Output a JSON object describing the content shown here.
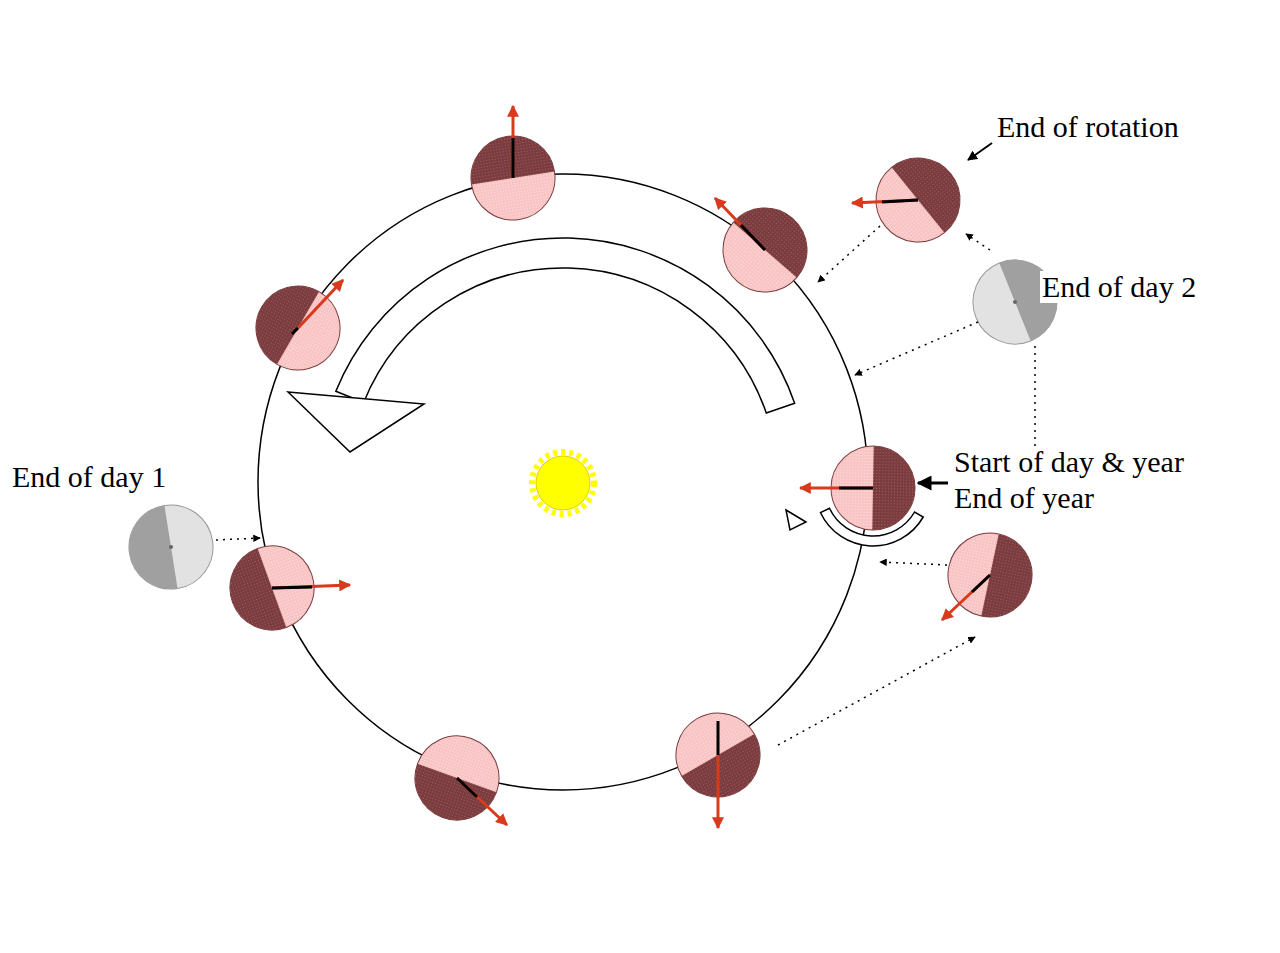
{
  "diagram": {
    "labels": [
      "End of rotation",
      "End of day 2",
      "End of day 1",
      "Start of day & year",
      "End of year"
    ]
  }
}
